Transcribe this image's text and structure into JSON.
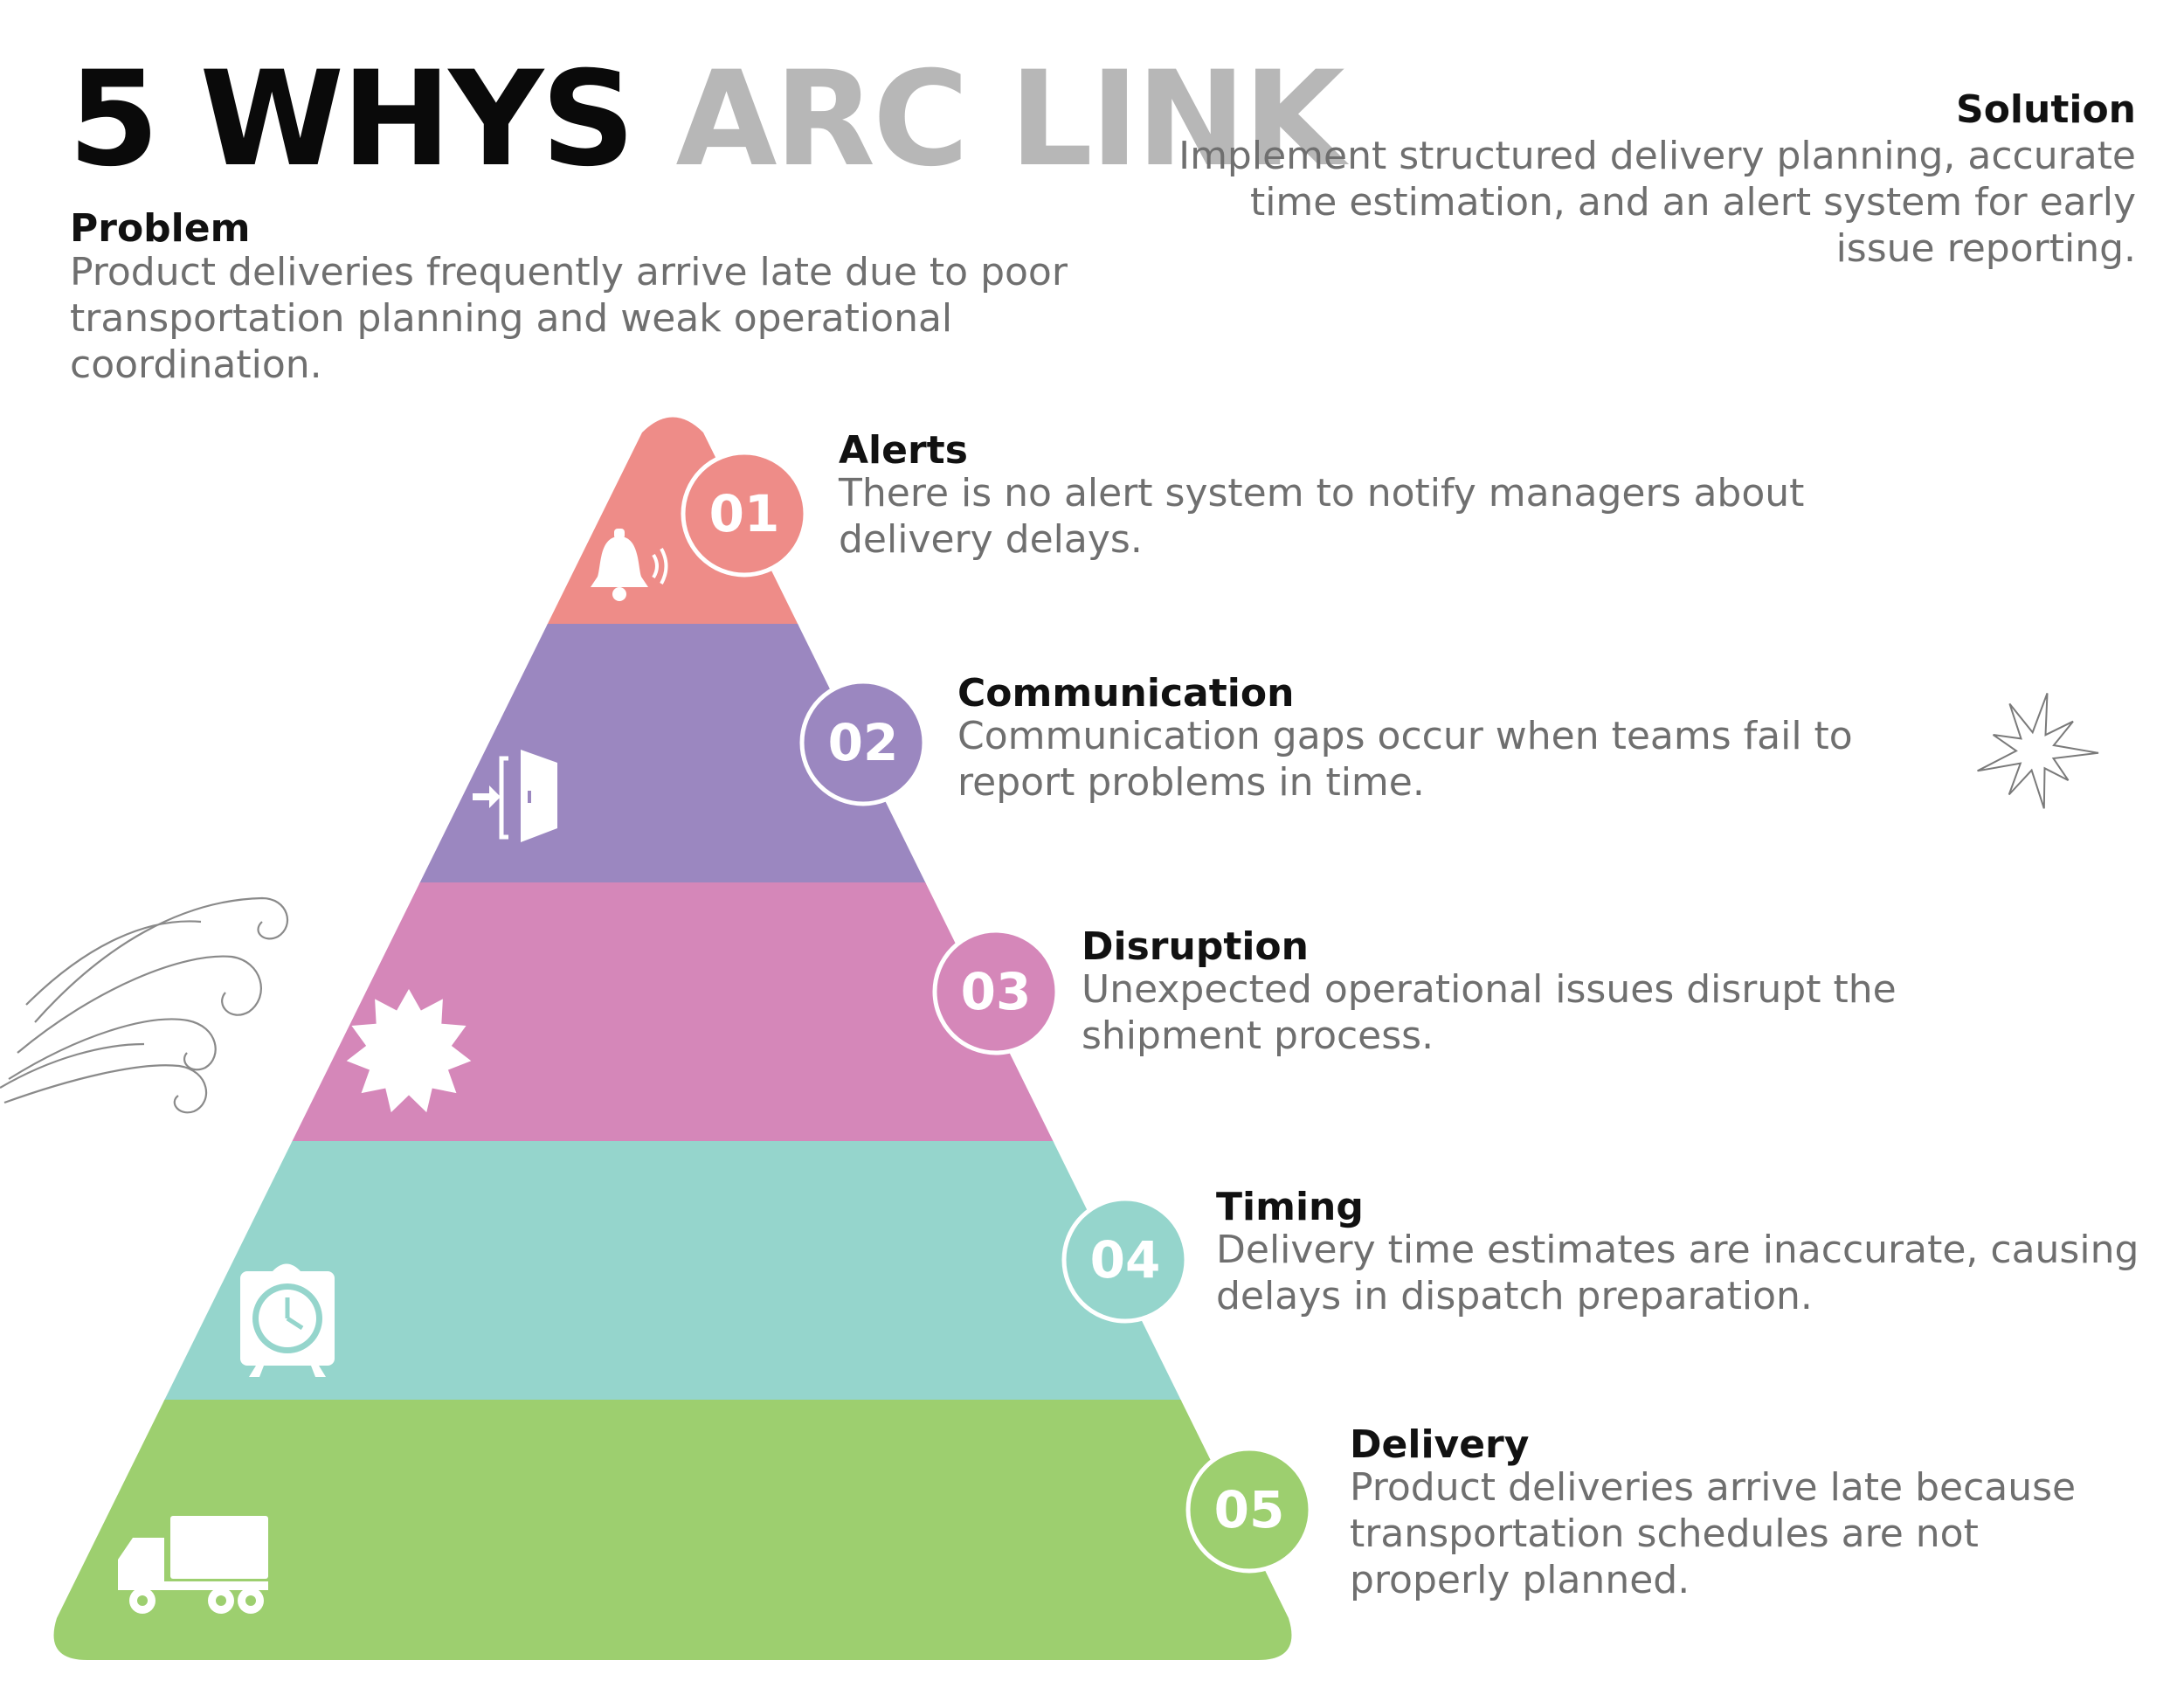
{
  "title": {
    "part1": "5 WHYS",
    "part2": "ARC LINK"
  },
  "problem": {
    "heading": "Problem",
    "text": "Product deliveries frequently arrive late due to poor transportation planning and weak operational coordination."
  },
  "solution": {
    "heading": "Solution",
    "text": "Implement structured delivery planning, accurate time estimation, and an alert system for early issue reporting."
  },
  "steps": [
    {
      "number": "01",
      "heading": "Alerts",
      "text": "There is no alert system to notify managers about delivery delays.",
      "color": "#ee8c88",
      "icon": "bell-icon"
    },
    {
      "number": "02",
      "heading": "Communication",
      "text": "Communication gaps occur when teams fail to report problems in time.",
      "color": "#9b87c0",
      "icon": "door-entry-icon"
    },
    {
      "number": "03",
      "heading": "Disruption",
      "text": "Unexpected operational issues disrupt the shipment process.",
      "color": "#d587b9",
      "icon": "burst-icon"
    },
    {
      "number": "04",
      "heading": "Timing",
      "text": "Delivery time estimates are inaccurate, causing delays in dispatch preparation.",
      "color": "#95d5cc",
      "icon": "alarm-clock-icon"
    },
    {
      "number": "05",
      "heading": "Delivery",
      "text": "Product deliveries arrive late because transportation schedules are not properly planned.",
      "color": "#9dcf6f",
      "icon": "truck-icon"
    }
  ],
  "decorations": [
    "wind-swirl-icon",
    "starburst-icon"
  ]
}
